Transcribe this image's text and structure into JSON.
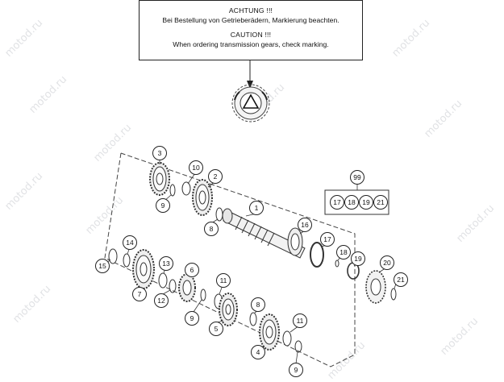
{
  "notice": {
    "de_title": "ACHTUNG !!!",
    "de_text": "Bei Bestellung von Getrieberädern, Markierung beachten.",
    "en_title": "CAUTION !!!",
    "en_text": "When ordering transmission gears, check marking."
  },
  "watermark": "motod.ru",
  "callouts": {
    "c1": "1",
    "c2": "2",
    "c3": "3",
    "c4": "4",
    "c5": "5",
    "c6": "6",
    "c7": "7",
    "c8a": "8",
    "c8b": "8",
    "c9a": "9",
    "c9b": "9",
    "c9c": "9",
    "c10": "10",
    "c11a": "11",
    "c11b": "11",
    "c12": "12",
    "c13": "13",
    "c14": "14",
    "c15": "15",
    "c16": "16",
    "c17": "17",
    "c18": "18",
    "c19": "19",
    "c20": "20",
    "c21": "21",
    "c99": "99",
    "k17": "17",
    "k18": "18",
    "k19": "19",
    "k21": "21"
  },
  "colors": {
    "line": "#222222",
    "watermark": "#c9ccd0"
  }
}
